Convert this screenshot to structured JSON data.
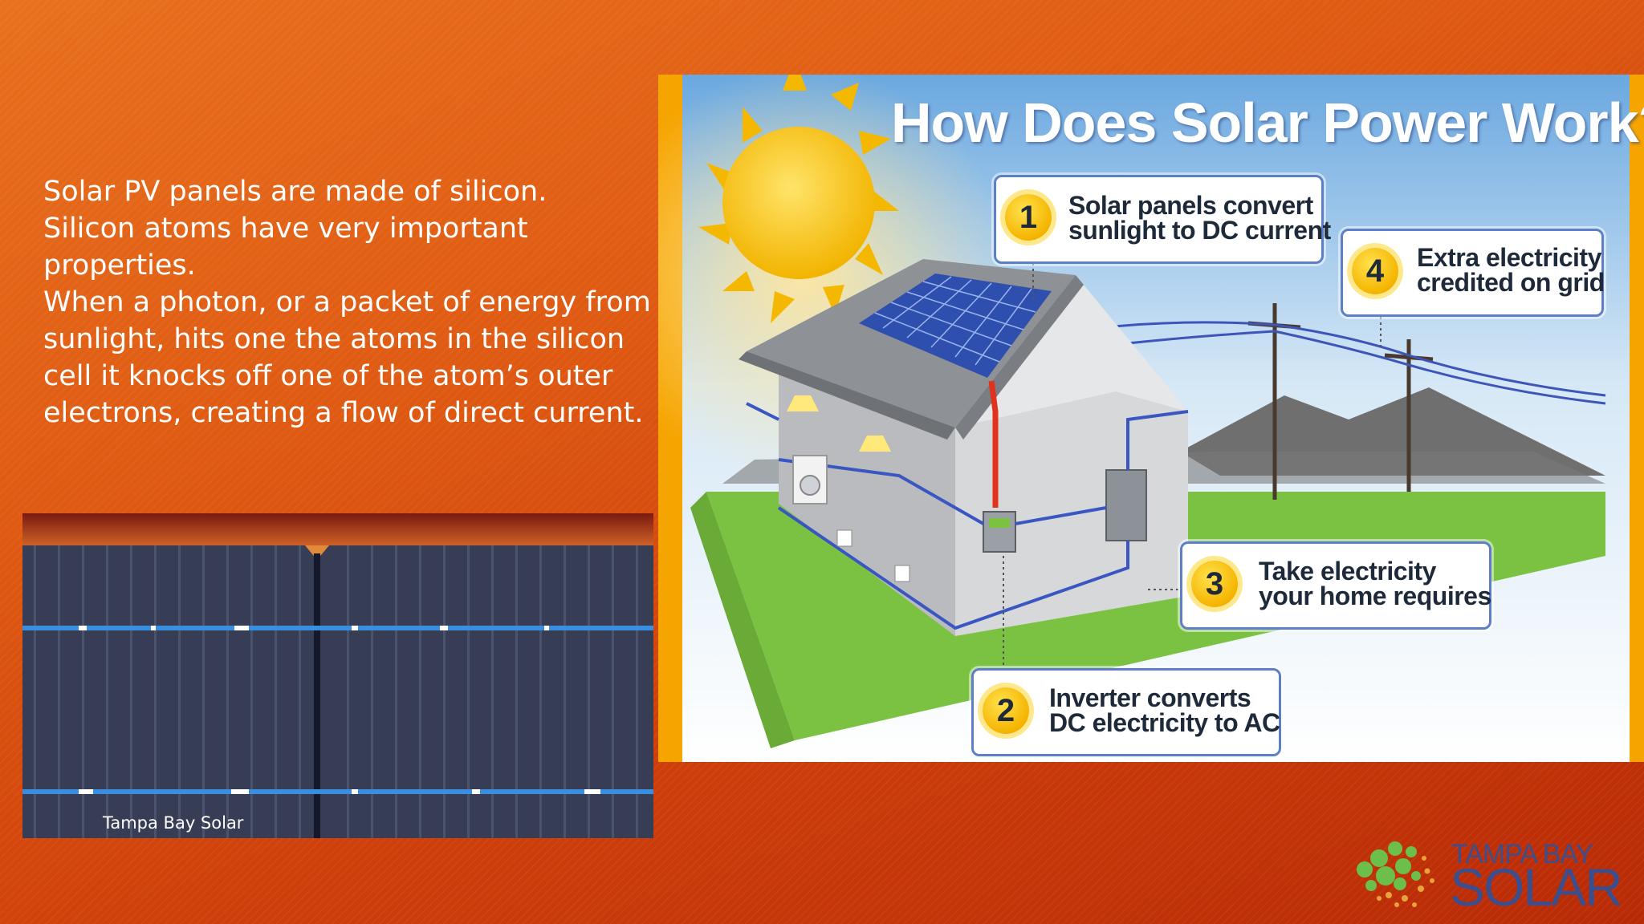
{
  "slide": {
    "body_text": [
      "Solar PV panels are made of silicon.",
      "Silicon atoms have very important properties.",
      "When a photon, or a packet of energy from sunlight, hits one the atoms in the silicon cell it knocks off one of the atom’s outer electrons, creating a flow of direct current."
    ],
    "photo_caption": "Tampa Bay Solar"
  },
  "diagram": {
    "title": "How Does Solar Power Work?",
    "steps": [
      {
        "number": "1",
        "lines": [
          "Solar panels convert",
          "sunlight to DC current"
        ]
      },
      {
        "number": "2",
        "lines": [
          "Inverter converts",
          "DC electricity to AC"
        ]
      },
      {
        "number": "3",
        "lines": [
          "Take electricity",
          "your home requires"
        ]
      },
      {
        "number": "4",
        "lines": [
          "Extra electricity",
          "credited on grid"
        ]
      }
    ]
  },
  "logo": {
    "top": "TAMPA BAY",
    "bottom": "SOLAR"
  },
  "colors": {
    "background": "#df5a12",
    "accent_blue": "#3d4e8c",
    "badge_yellow": "#f5b400",
    "lawn_green": "#7cc242"
  }
}
